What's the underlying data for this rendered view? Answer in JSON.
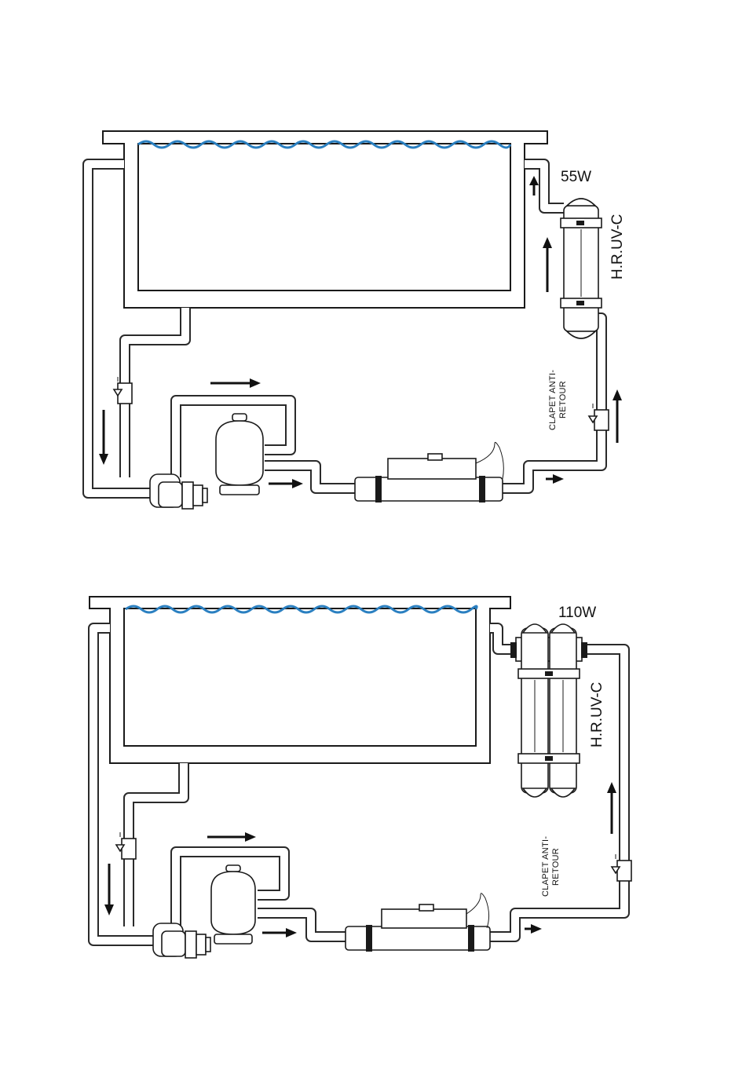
{
  "diagrams": [
    {
      "power_label": "55W",
      "uv_label": "H.R.UV-C",
      "valve_label_line1": "CLAPET ANTI-",
      "valve_label_line2": "RETOUR"
    },
    {
      "power_label": "110W",
      "uv_label": "H.R.UV-C",
      "valve_label_line1": "CLAPET ANTI-",
      "valve_label_line2": "RETOUR"
    }
  ],
  "colors": {
    "water": "#2a7fc0",
    "lines": "#1a1a1a"
  },
  "icons": {
    "flow_arrow": "arrow-icon",
    "check_valve": "check-valve-icon"
  }
}
